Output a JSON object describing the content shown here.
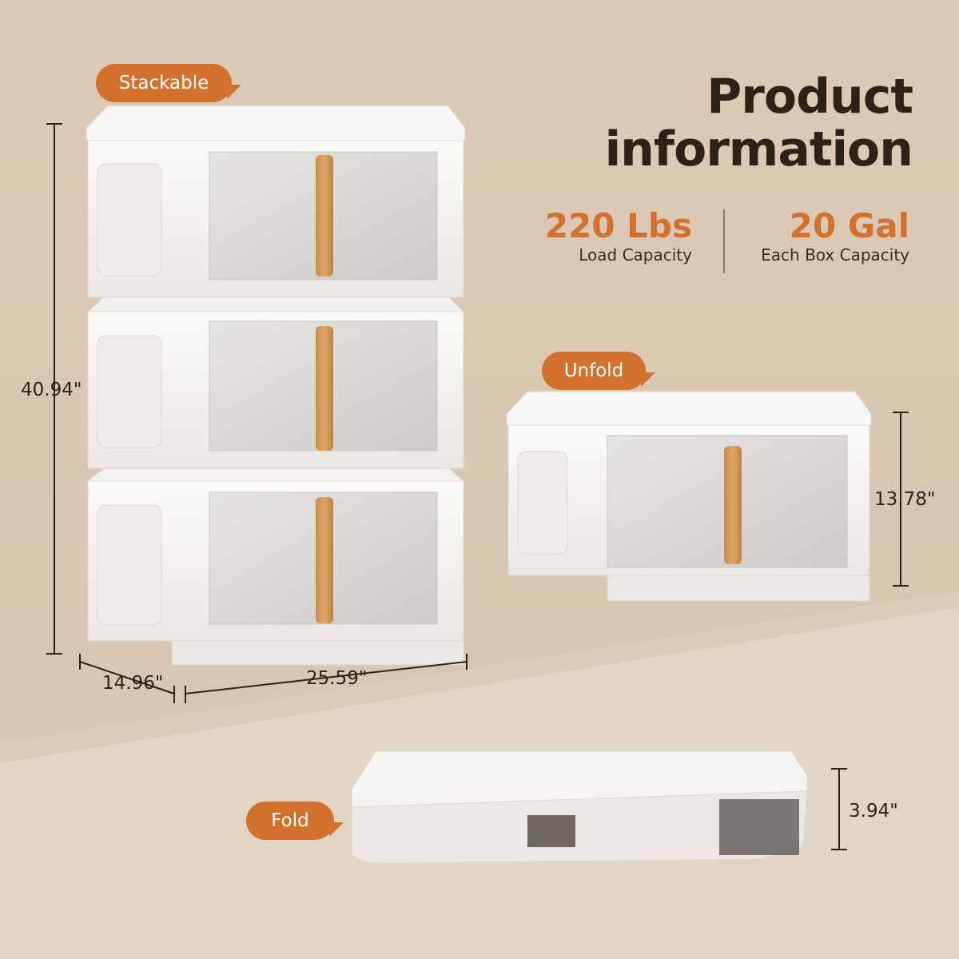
{
  "headline": {
    "line1": "Product",
    "line2": "information"
  },
  "stats": [
    {
      "value": "220 Lbs",
      "label": "Load Capacity"
    },
    {
      "value": "20 Gal",
      "label": "Each Box Capacity"
    }
  ],
  "tags": {
    "stackable": "Stackable",
    "unfold": "Unfold",
    "fold": "Fold"
  },
  "dimensions": {
    "stack_height": "40.94\"",
    "depth": "14.96\"",
    "width": "25.59\"",
    "unfold_height": "13.78\"",
    "fold_height": "3.94\""
  },
  "colors": {
    "accent": "#d2712d",
    "text": "#2e2118",
    "background": "#dccab6",
    "box": "#f4f2ef",
    "handle": "#d89a5a"
  }
}
